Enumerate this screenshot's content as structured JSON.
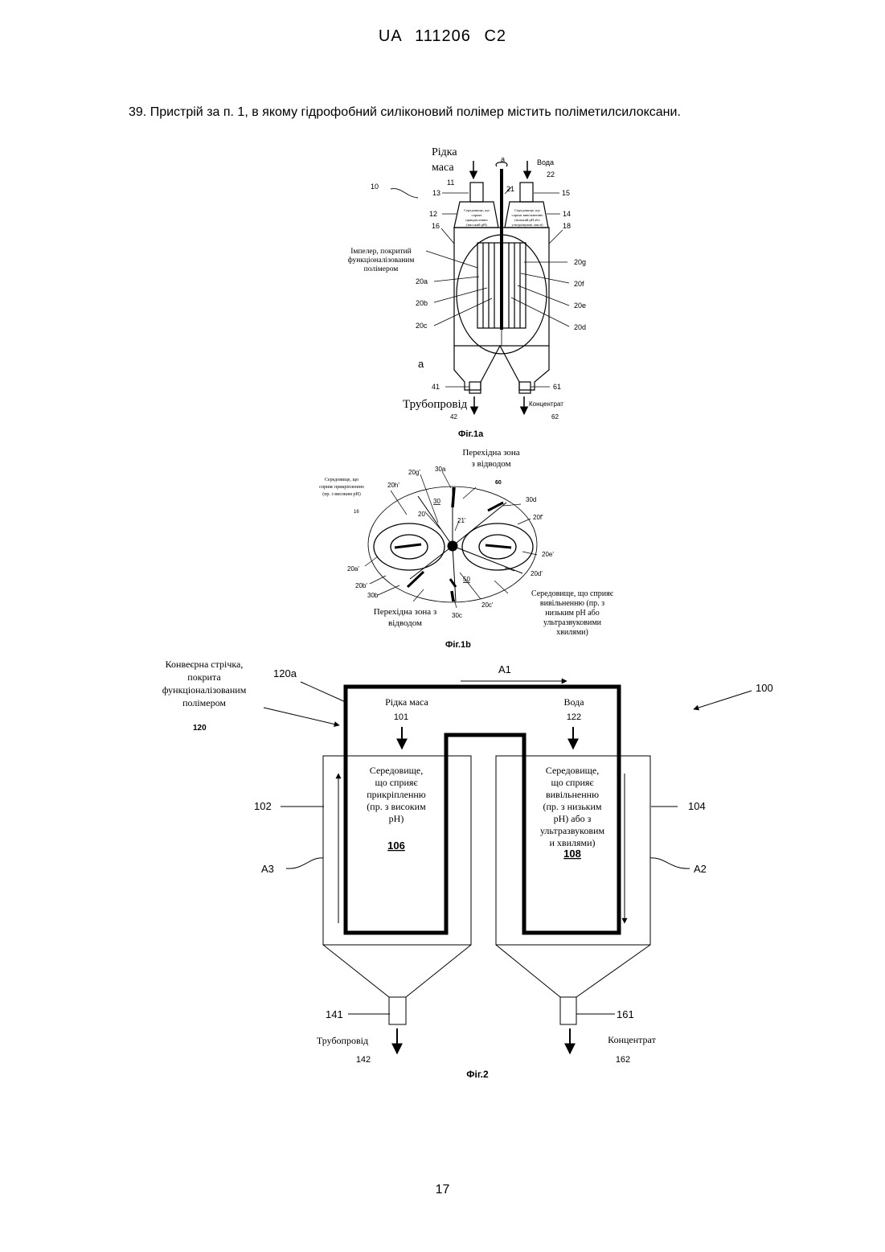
{
  "header": "UA 111206 C2",
  "claim": "39. Пристрій за п. 1, в якому гідрофобний силіконовий полімер містить поліметилсилоксани.",
  "page_number": "17",
  "fig1a": {
    "caption": "Фіг.1а",
    "feed_label": "Рідка маса",
    "water_label": "Вода",
    "impeller_label": "Імпелер, покритий функціоналізованим полімером",
    "left_medium": "Середовище, що сприяє прикріпленню (високий рН)",
    "right_medium": "Середовище, що сприяє вивільненню (низький рН або ультразвукові хвилі)",
    "pipeline_label": "Трубопровід",
    "concentrate_label": "Концентрат",
    "rotation": "a",
    "side_mark": "а",
    "refs": {
      "r10": "10",
      "r11": "11",
      "r12": "12",
      "r13": "13",
      "r14": "14",
      "r15": "15",
      "r16": "16",
      "r18": "18",
      "r21": "21",
      "r22": "22",
      "r41": "41",
      "r42": "42",
      "r61": "61",
      "r62": "62",
      "r20a": "20a",
      "r20b": "20b",
      "r20c": "20c",
      "r20d": "20d",
      "r20e": "20e",
      "r20f": "20f",
      "r20g": "20g"
    }
  },
  "fig1b": {
    "caption": "Фіг.1b",
    "transition_top": "Перехідна зона з відводом",
    "transition_bottom": "Перехідна зона з відводом",
    "left_medium": "Середовище, що сприяє прикріпленню (пр. з високим pH)",
    "right_medium": "Середовище, що сприяє вивільненню (пр. з низьким pH або ультразвуковими хвилями)",
    "refs": {
      "r16": "16",
      "r20h": "20h'",
      "r20g": "20g'",
      "r30a": "30a",
      "r30": "30",
      "r60": "60",
      "r30d": "30d",
      "r20f": "20f'",
      "r20p": "20'",
      "r21p": "21'",
      "r20e": "20e'",
      "r20d": "20d'",
      "r20a": "20a'",
      "r20b": "20b'",
      "r30b": "30b",
      "r50": "50",
      "r20c": "20c'",
      "r30c": "30c"
    }
  },
  "fig2": {
    "caption": "Фіг.2",
    "belt_label": "Конвеєрна стрічка, покрита функціоналізованим полімером",
    "belt_ref": "120",
    "belt_end_ref": "120a",
    "a1": "A1",
    "a2": "A2",
    "a3": "A3",
    "feed_label": "Рідка маса",
    "feed_ref": "101",
    "water_label": "Вода",
    "water_ref": "122",
    "device_ref": "100",
    "tank_left_ref": "102",
    "tank_right_ref": "104",
    "left_medium": "Середовище, що сприяє прикріпленню (пр. з високим pH)",
    "left_medium_ref": "106",
    "right_medium": "Середовище, що сприяє вивільненню (пр. з низьким pH) або з ультразвуковим и хвилями)",
    "right_medium_ref": "108",
    "pipe_left_ref": "141",
    "pipe_right_ref": "161",
    "pipeline_label": "Трубопровід",
    "pipeline_ref": "142",
    "concentrate_label": "Концентрат",
    "concentrate_ref": "162"
  }
}
